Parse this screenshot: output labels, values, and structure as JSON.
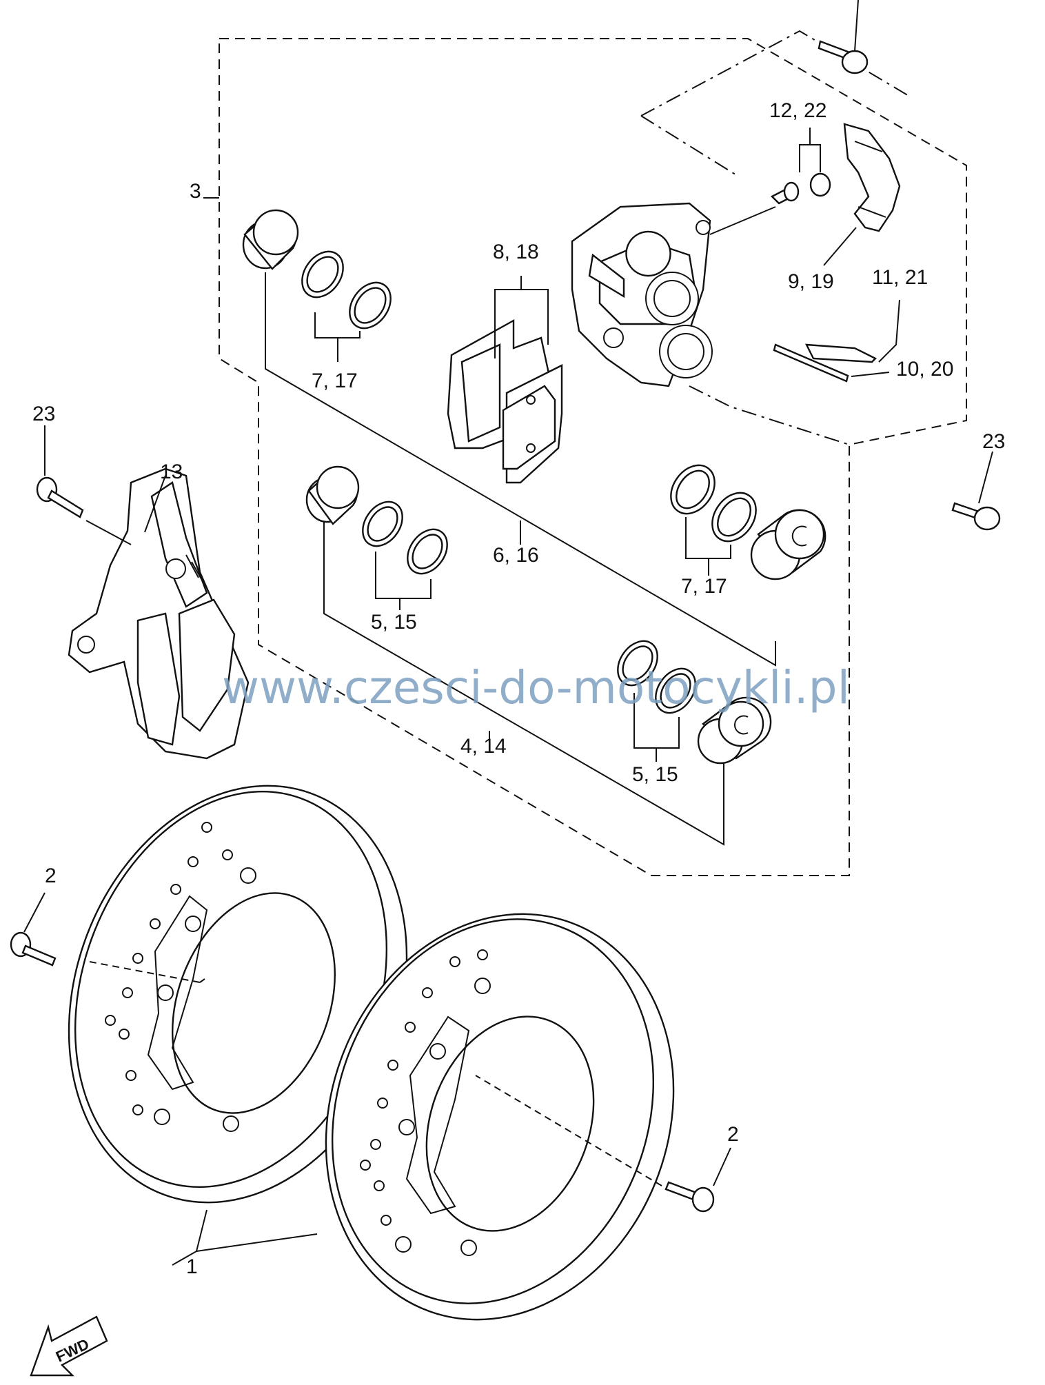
{
  "labels": {
    "p1": "1",
    "p2a": "2",
    "p2b": "2",
    "p3": "3",
    "p4_14": "4, 14",
    "p5_15a": "5, 15",
    "p5_15b": "5, 15",
    "p6_16": "6, 16",
    "p7_17a": "7, 17",
    "p7_17b": "7, 17",
    "p8_18": "8, 18",
    "p9_19": "9, 19",
    "p10_20": "10, 20",
    "p11_21": "11, 21",
    "p12_22": "12, 22",
    "p13": "13",
    "p23a": "23",
    "p23b": "23"
  },
  "watermark": "www.czesci-do-motocykli.pl",
  "fwd_badge": "FWD",
  "colors": {
    "line": "#111111",
    "watermark": "#7da1c0",
    "background": "#ffffff"
  }
}
